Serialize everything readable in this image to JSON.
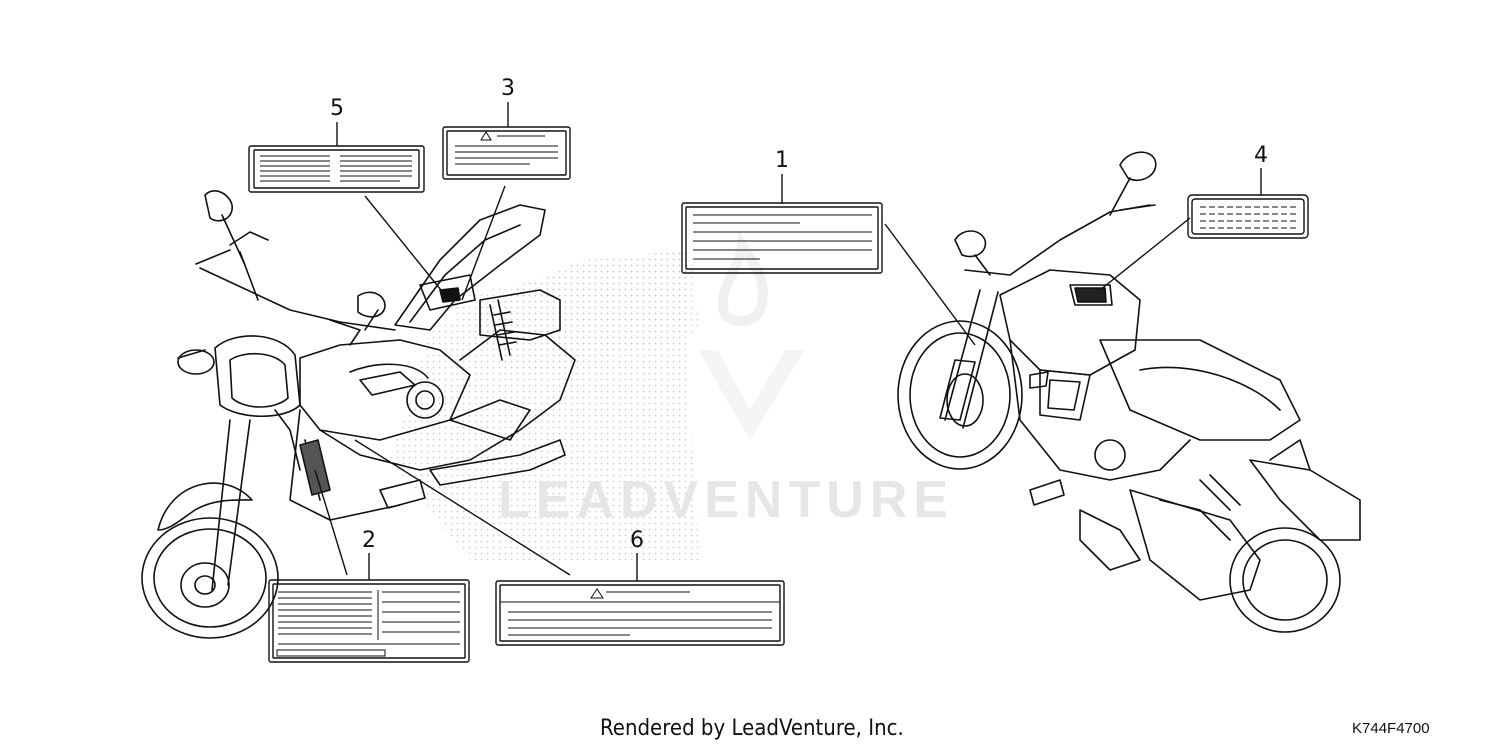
{
  "diagram": {
    "callouts": {
      "c1": "1",
      "c2": "2",
      "c3": "3",
      "c4": "4",
      "c5": "5",
      "c6": "6"
    },
    "watermark": "LEADVENTURE",
    "footer": "Rendered by LeadVenture, Inc.",
    "diagram_code": "K744F4700"
  }
}
